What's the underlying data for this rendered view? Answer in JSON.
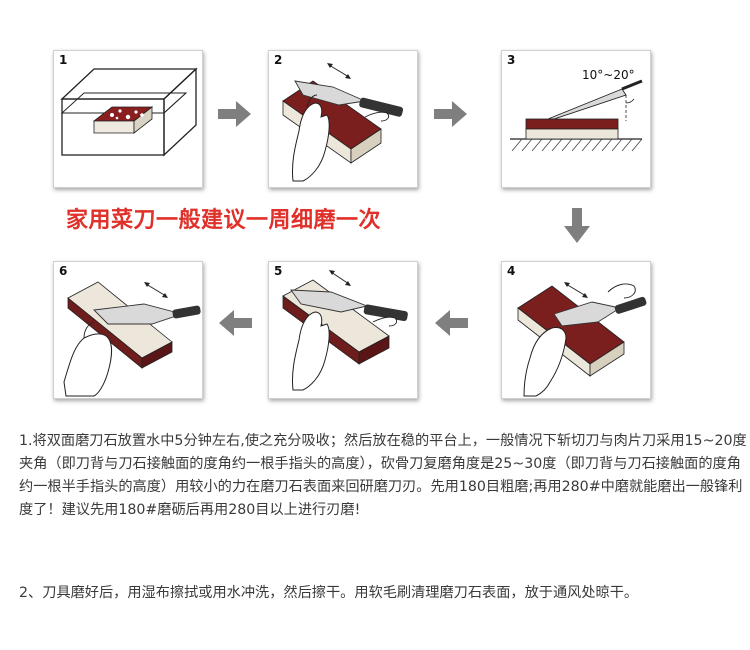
{
  "steps": [
    {
      "number": "1"
    },
    {
      "number": "2"
    },
    {
      "number": "3",
      "angle_label": "10°~20°"
    },
    {
      "number": "4"
    },
    {
      "number": "5"
    },
    {
      "number": "6"
    }
  ],
  "title": "家用菜刀一般建议一周细磨一次",
  "instructions": {
    "paragraph1": "1.将双面磨刀石放置水中5分钟左右,使之充分吸收；然后放在稳的平台上，一般情况下斩切刀与肉片刀采用15~20度夹角（即刀背与刀石接触面的度角约一根手指头的高度），砍骨刀复磨角度是25~30度（即刀背与刀石接触面的度角约一根半手指头的高度）用较小的力在磨刀石表面来回研磨刀刃。先用180目粗磨;再用280#中磨就能磨出一般锋利度了！建议先用180#磨砺后再用280目以上进行刃磨!",
    "paragraph2": "2、刀具磨好后，用湿布擦拭或用水冲洗，然后擦干。用软毛刷清理磨刀石表面，放于通风处晾干。"
  },
  "colors": {
    "title": "#e0302a",
    "arrow": "#7f7f7f",
    "stone": "#7a1e1e",
    "stone_light": "#ece7da"
  }
}
